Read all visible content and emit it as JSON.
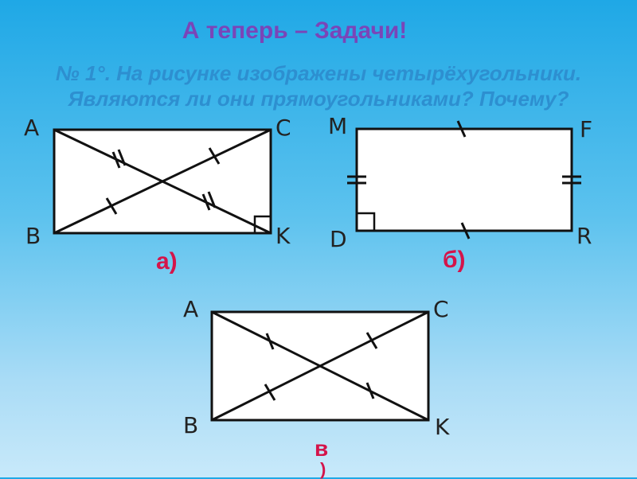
{
  "title": "А теперь – Задачи!",
  "question_line1": "№ 1°. На рисунке изображены четырёхугольники.",
  "question_line2": "Являются ли они прямоугольниками?  Почему?",
  "figures": [
    {
      "label": "а)",
      "vertices": {
        "top_left": "A",
        "top_right": "C",
        "bottom_left": "B",
        "bottom_right": "K"
      }
    },
    {
      "label": "б)",
      "vertices": {
        "top_left": "M",
        "top_right": "F",
        "bottom_left": "D",
        "bottom_right": "R"
      }
    },
    {
      "label": "в",
      "label_tail": ")",
      "vertices": {
        "top_left": "A",
        "top_right": "C",
        "bottom_left": "B",
        "bottom_right": "K"
      }
    }
  ],
  "colors": {
    "title": "#7a45b8",
    "question": "#2d8fd0",
    "figure_label": "#d4144a",
    "figure_fill": "#ffffff",
    "stroke": "#111111"
  }
}
